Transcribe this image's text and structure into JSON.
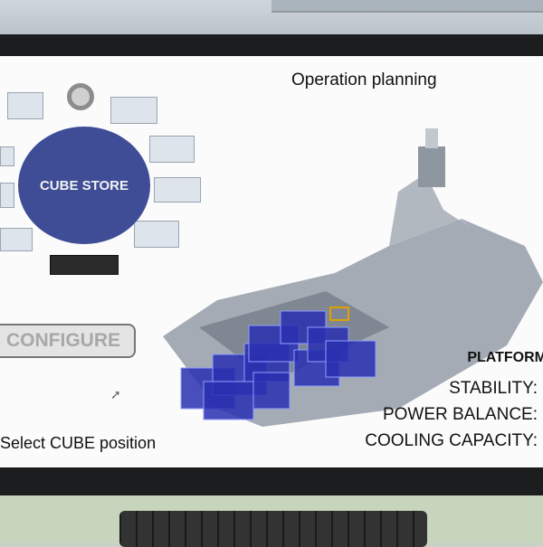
{
  "screen": {
    "title": "Operation planning",
    "cube_store_label": "CUBE STORE",
    "configure_button": "CONFIGURE",
    "instruction": "Select CUBE position",
    "platform": {
      "heading": "PLATFORM",
      "metrics": [
        "STABILITY:",
        "POWER BALANCE:",
        "COOLING CAPACITY:"
      ]
    }
  },
  "colors": {
    "cube_store": "#3e4d96",
    "cube_blocks": "#2a2fb0",
    "ship_hull": "#9ea6b1"
  }
}
